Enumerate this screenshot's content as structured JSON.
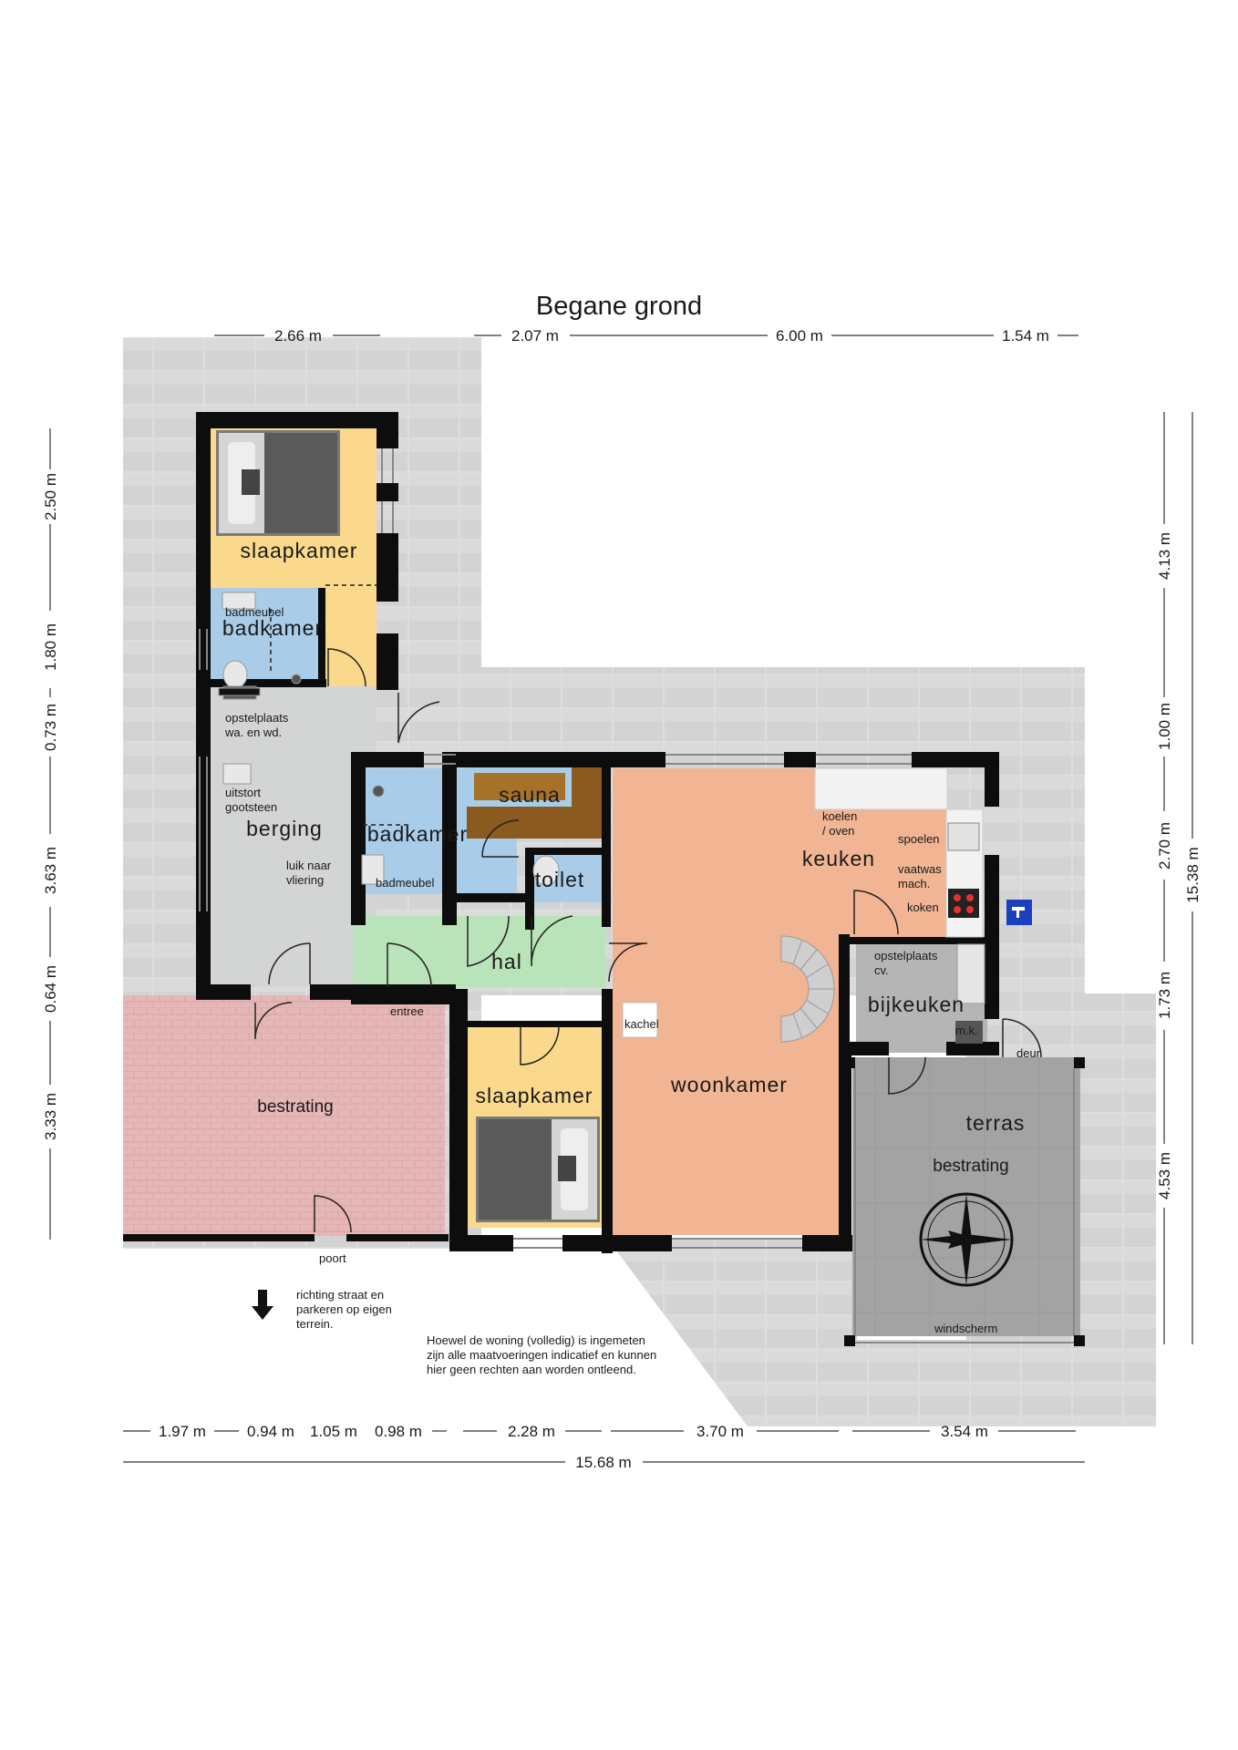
{
  "title": "Begane grond",
  "rooms": {
    "slaapkamer_1": "slaapkamer",
    "badkamer_1": "badkamer",
    "berging": "berging",
    "badkamer_2": "badkamer",
    "sauna": "sauna",
    "toilet": "toilet",
    "hal": "hal",
    "slaapkamer_2": "slaapkamer",
    "woonkamer": "woonkamer",
    "keuken": "keuken",
    "bijkeuken": "bijkeuken",
    "terras": "terras",
    "terras_bestrating": "bestrating",
    "bestrating": "bestrating"
  },
  "fixtures": {
    "badmeubel_1": "badmeubel",
    "opstelplaats_line1": "opstelplaats",
    "opstelplaats_line2": "wa. en wd.",
    "uitstort_line1": "uitstort",
    "uitstort_line2": "gootsteen",
    "luik_line1": "luik naar",
    "luik_line2": "vliering",
    "badmeubel_2": "badmeubel",
    "koelen_line1": "koelen",
    "koelen_line2": "/ oven",
    "spoelen": "spoelen",
    "vaatwas_line1": "vaatwas",
    "vaatwas_line2": "mach.",
    "koken": "koken",
    "kachel": "kachel",
    "cv_line1": "opstelplaats",
    "cv_line2": "cv.",
    "mk": "m.k.",
    "entree": "entree",
    "poort": "poort",
    "deur": "deur",
    "windscherm": "windscherm"
  },
  "notes": {
    "street_line1": "richting straat en",
    "street_line2": "parkeren op eigen",
    "street_line3": "terrein.",
    "disclaimer_line1": "Hoewel de woning (volledig) is ingemeten",
    "disclaimer_line2": "zijn alle  maatvoeringen indicatief en kunnen",
    "disclaimer_line3": "hier geen rechten aan worden ontleend."
  },
  "dimensions": {
    "top": [
      "2.66 m",
      "2.07 m",
      "6.00 m",
      "1.54 m"
    ],
    "left": [
      "2.50 m",
      "1.80 m",
      "0.73 m",
      "3.63 m",
      "0.64 m",
      "3.33 m"
    ],
    "right": [
      "4.13 m",
      "1.00 m",
      "2.70 m",
      "1.73 m",
      "4.53 m"
    ],
    "right_total": "15.38 m",
    "bottom": [
      "1.97 m",
      "0.94 m",
      "1.05 m",
      "0.98 m",
      "2.28 m",
      "3.70 m",
      "3.54 m"
    ],
    "bottom_total": "15.68 m"
  },
  "colors": {
    "slaapkamer": "#fbd98c",
    "badkamer": "#a9cde9",
    "berging": "#d3d4d4",
    "hal": "#b9e3b9",
    "woonkamer": "#f1b593",
    "keuken": "#f1b593",
    "bijkeuken": "#b5b5b5",
    "sauna": "#8a5a1e",
    "bestrating": "#e6b7b7",
    "terras": "#9a9a9a",
    "paving": "#dcdcdc",
    "wall": "#0d0d0d"
  }
}
